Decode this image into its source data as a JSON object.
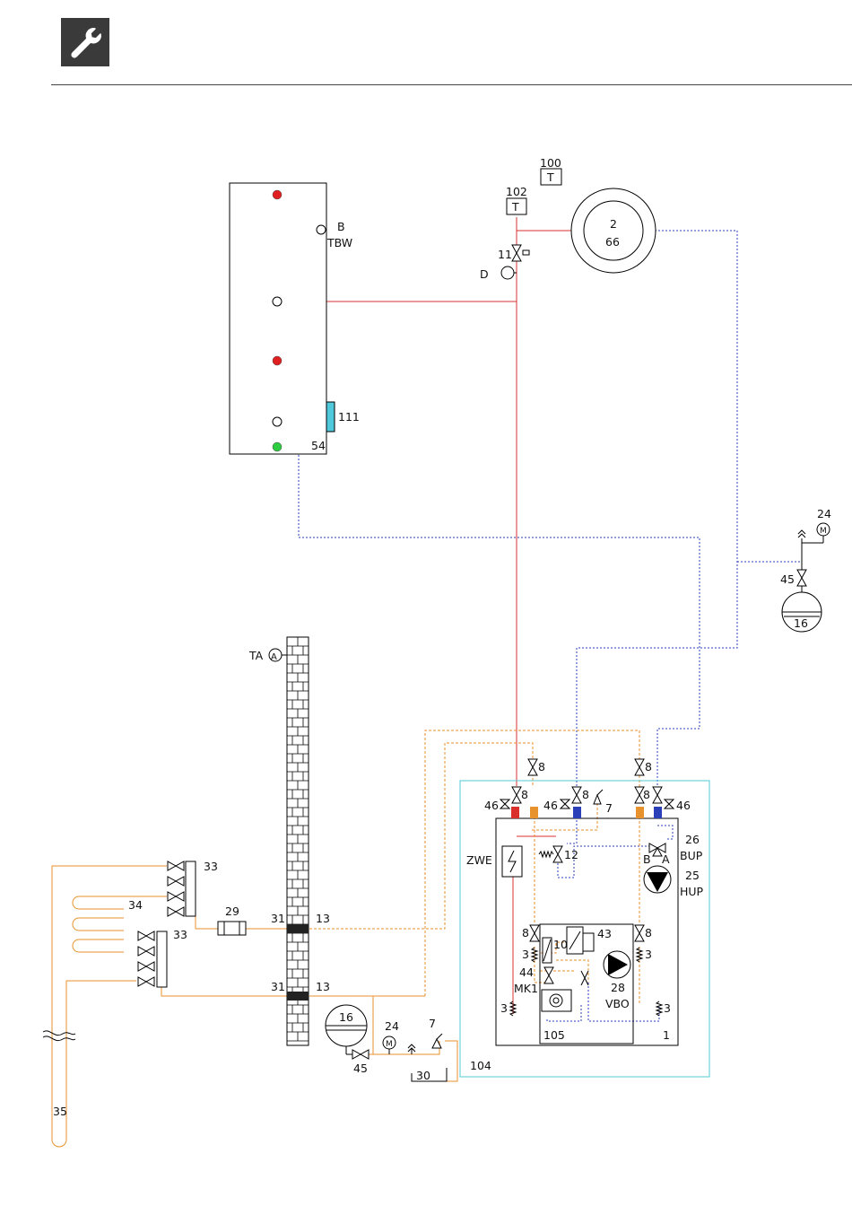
{
  "colors": {
    "supply": "#d9302c",
    "return": "#2b3fb8",
    "brine": "#e8922e",
    "module_border": "#52c8d6",
    "sensor_fill": "#4fc9db",
    "pump_fill": "#000000",
    "sensor_red": "#e02020",
    "sensor_green": "#2ecc40",
    "header_icon_bg": "#3a3a3a"
  },
  "header": {
    "icon": "wrench-icon"
  },
  "labels": {
    "l100": "100",
    "t100": "T",
    "l102": "102",
    "t102": "T",
    "l11": "11",
    "lD": "D",
    "tank_2": "2",
    "tank_66": "66",
    "lB": "B",
    "lTBW": "TBW",
    "l111": "111",
    "l54": "54",
    "l24a": "24",
    "m24a": "M",
    "l45a": "45",
    "l16a": "16",
    "lTA": "TA",
    "aTA": "A",
    "l8a": "8",
    "l8b": "8",
    "l46a": "46",
    "l8c": "8",
    "l46b": "46",
    "l8d": "8",
    "l7a": "7",
    "l8e": "8",
    "l8f": "8",
    "l46c": "46",
    "l26": "26",
    "lBUP": "BUP",
    "l25": "25",
    "lHUP": "HUP",
    "lZWE": "ZWE",
    "l12": "12",
    "vB": "B",
    "vA": "A",
    "l43": "43",
    "l8g": "8",
    "l8h": "8",
    "l10": "10",
    "l3a": "3",
    "l3b": "3",
    "l44": "44",
    "lMK1": "MK1",
    "l28": "28",
    "lVBO": "VBO",
    "l3c": "3",
    "l3d": "3",
    "l105": "105",
    "l1": "1",
    "l104": "104",
    "l33a": "33",
    "l34": "34",
    "l29": "29",
    "l31a": "31",
    "l13a": "13",
    "l33b": "33",
    "l31b": "31",
    "l13b": "13",
    "l16b": "16",
    "l24b": "24",
    "m24b": "M",
    "l7b": "7",
    "l45b": "45",
    "l30": "30",
    "l35": "35"
  }
}
